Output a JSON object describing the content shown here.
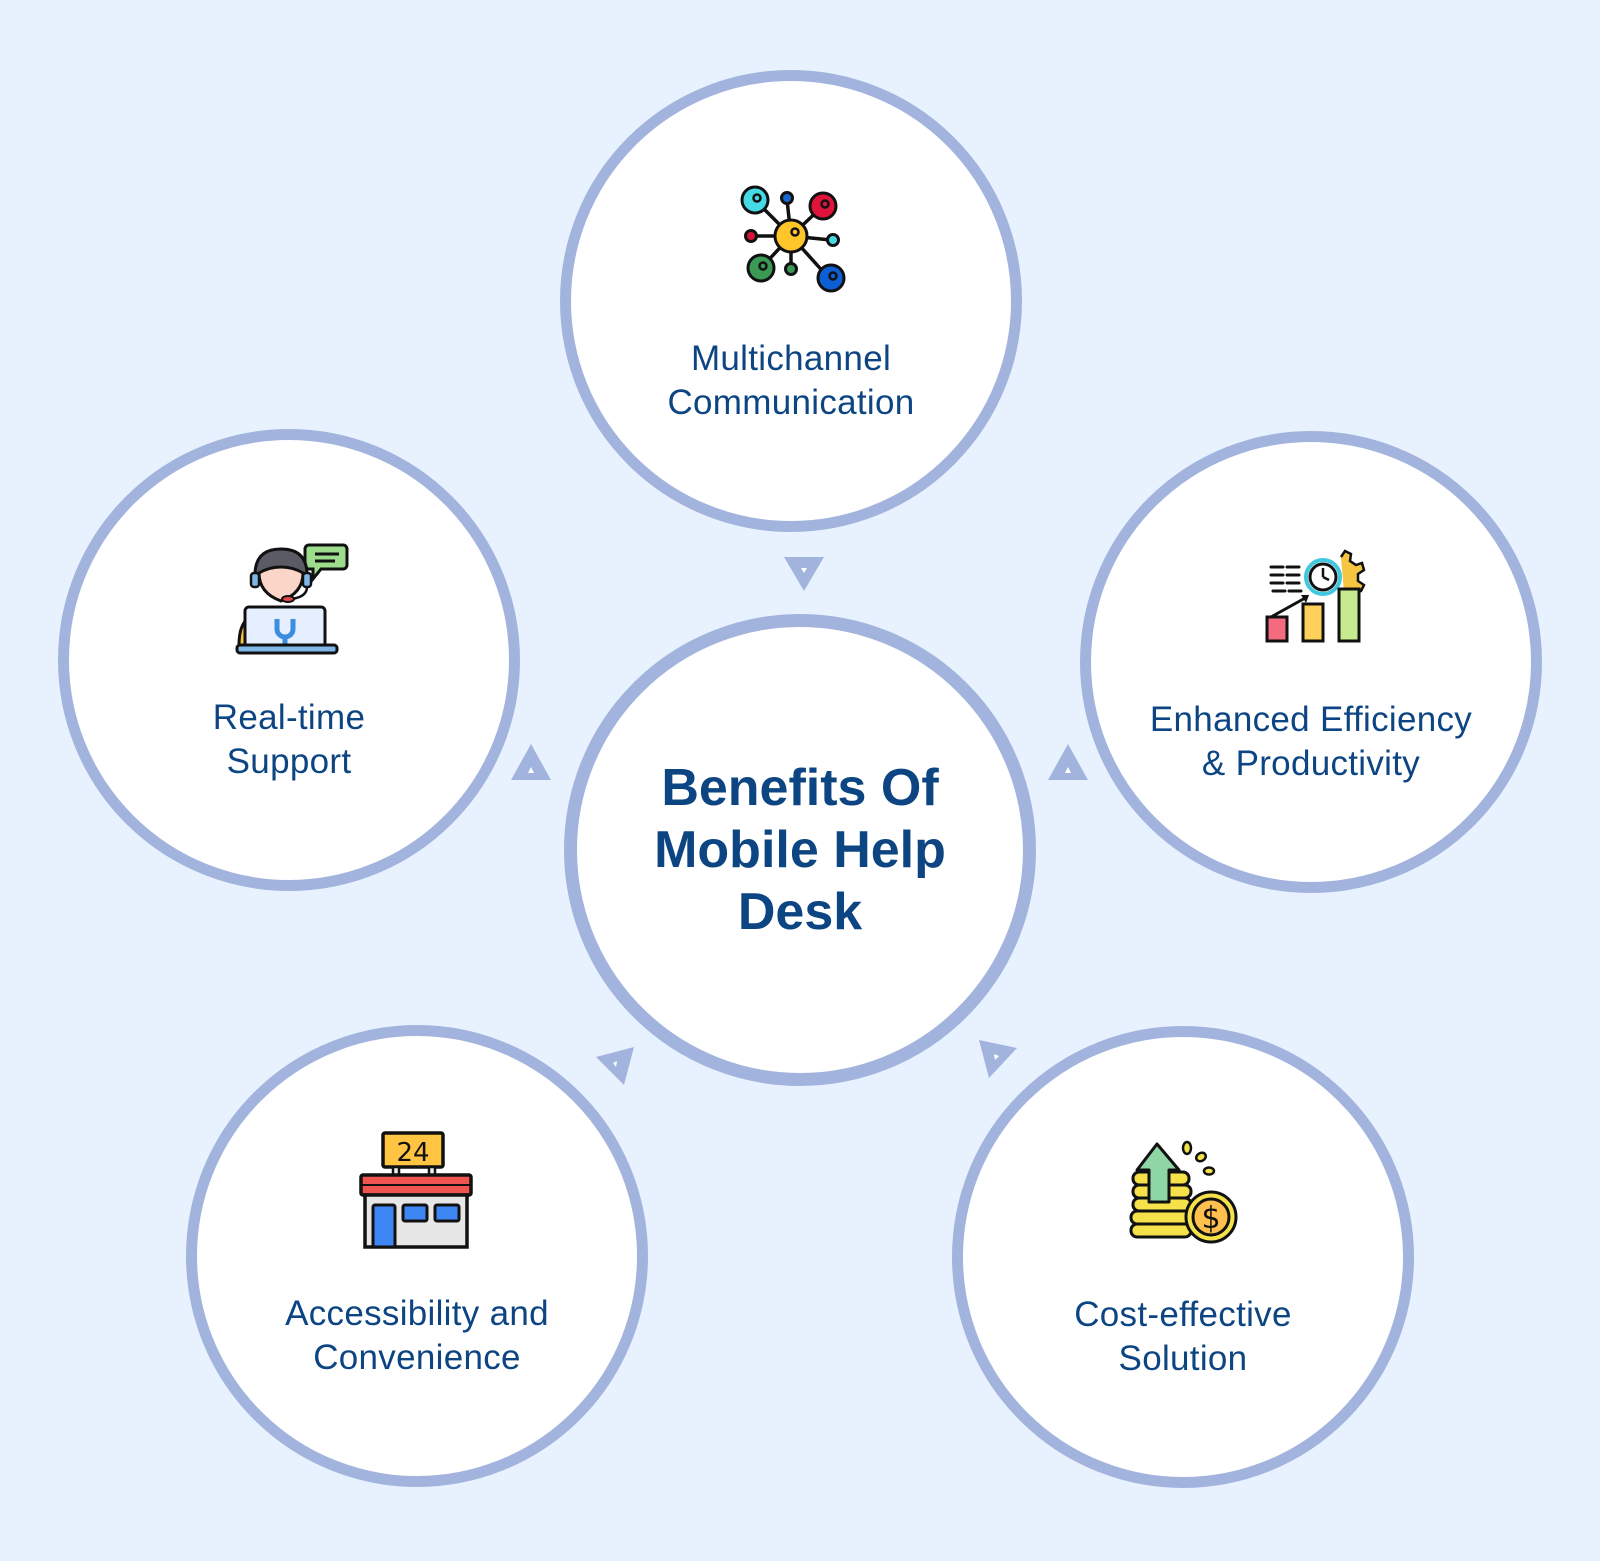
{
  "diagram": {
    "title": "Benefits Of Mobile Help Desk",
    "title_lines": [
      "Benefits Of",
      "Mobile Help",
      "Desk"
    ],
    "colors": {
      "background": "#e8f2fe",
      "circle_border": "#a2b4de",
      "circle_fill": "#ffffff",
      "text": "#0d4583"
    },
    "benefits": [
      {
        "id": "multichannel",
        "icon": "network-nodes-icon",
        "label": "Multichannel Communication",
        "lines": [
          "Multichannel",
          "Communication"
        ]
      },
      {
        "id": "efficiency",
        "icon": "productivity-chart-icon",
        "label": "Enhanced Efficiency & Productivity",
        "lines": [
          "Enhanced Efficiency",
          "& Productivity"
        ]
      },
      {
        "id": "cost",
        "icon": "coins-growth-icon",
        "label": "Cost-effective Solution",
        "lines": [
          "Cost-effective",
          "Solution"
        ]
      },
      {
        "id": "accessibility",
        "icon": "24h-store-icon",
        "label": "Accessibility and Convenience",
        "lines": [
          "Accessibility and",
          "Convenience"
        ],
        "icon_text": "24"
      },
      {
        "id": "realtime",
        "icon": "support-agent-icon",
        "label": "Real-time Support",
        "lines": [
          "Real-time",
          "Support"
        ]
      }
    ]
  }
}
